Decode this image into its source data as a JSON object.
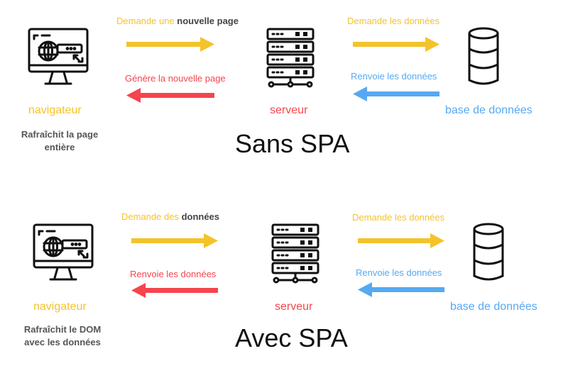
{
  "colors": {
    "request": "#f4c32b",
    "response_page": "#f5454d",
    "response_data": "#55a9f2",
    "icon": "#111111"
  },
  "panels": [
    {
      "title": "Sans SPA",
      "browser_label": "navigateur",
      "server_label": "serveur",
      "database_label": "base de données",
      "browser_note_line1": "Rafraîchit la page",
      "browser_note_line2": "entière",
      "browser_to_server_plain": "Demande une ",
      "browser_to_server_bold": "nouvelle page",
      "server_to_browser": "Génère la nouvelle page",
      "server_to_db": "Demande les données",
      "db_to_server": "Renvoie les données",
      "icons": {
        "browser": "browser-globe-icon",
        "server": "server-rack-icon",
        "database": "database-icon"
      }
    },
    {
      "title": "Avec SPA",
      "browser_label": "navigateur",
      "server_label": "serveur",
      "database_label": "base de données",
      "browser_note_line1": "Rafraîchit le DOM",
      "browser_note_line2": "avec les données",
      "browser_to_server_plain": "Demande des ",
      "browser_to_server_bold": "données",
      "server_to_browser": "Renvoie les données",
      "server_to_db": "Demande les données",
      "db_to_server": "Renvoie les données",
      "icons": {
        "browser": "browser-globe-icon",
        "server": "server-rack-icon",
        "database": "database-icon"
      }
    }
  ]
}
